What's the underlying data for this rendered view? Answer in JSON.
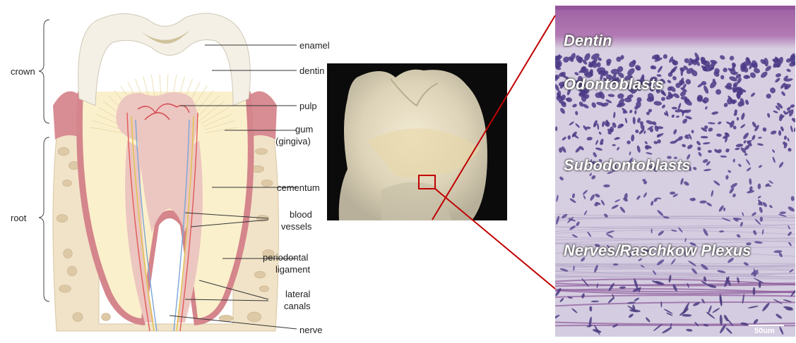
{
  "diagram": {
    "groups": {
      "crown": "crown",
      "root": "root"
    },
    "labels": {
      "enamel": "enamel",
      "dentin": "dentin",
      "pulp": "pulp",
      "gum_1": "gum",
      "gum_2": "(gingiva)",
      "cementum": "cementum",
      "blood_1": "blood",
      "blood_2": "vessels",
      "perio_1": "periodontal",
      "perio_2": "ligament",
      "lateral_1": "lateral",
      "lateral_2": "canals",
      "nerve": "nerve"
    }
  },
  "histology": {
    "layers": {
      "dentin": "Dentin",
      "odontoblasts": "Odontoblasts",
      "subodontoblasts": "Subodontoblasts",
      "nerves": "Nerves/Raschkow Plexus"
    },
    "scale_bar": "50um"
  },
  "colors": {
    "enamel": "#f3efe6",
    "dentin": "#fbf0cc",
    "pulp": "#efc9c3",
    "gum": "#d58a90",
    "bone": "#efe1c9",
    "callout": "#c00000",
    "histo_bg": "#d6cde0",
    "histo_dentin": "#a46aa8",
    "histo_nuclei": "#4a3c86"
  }
}
